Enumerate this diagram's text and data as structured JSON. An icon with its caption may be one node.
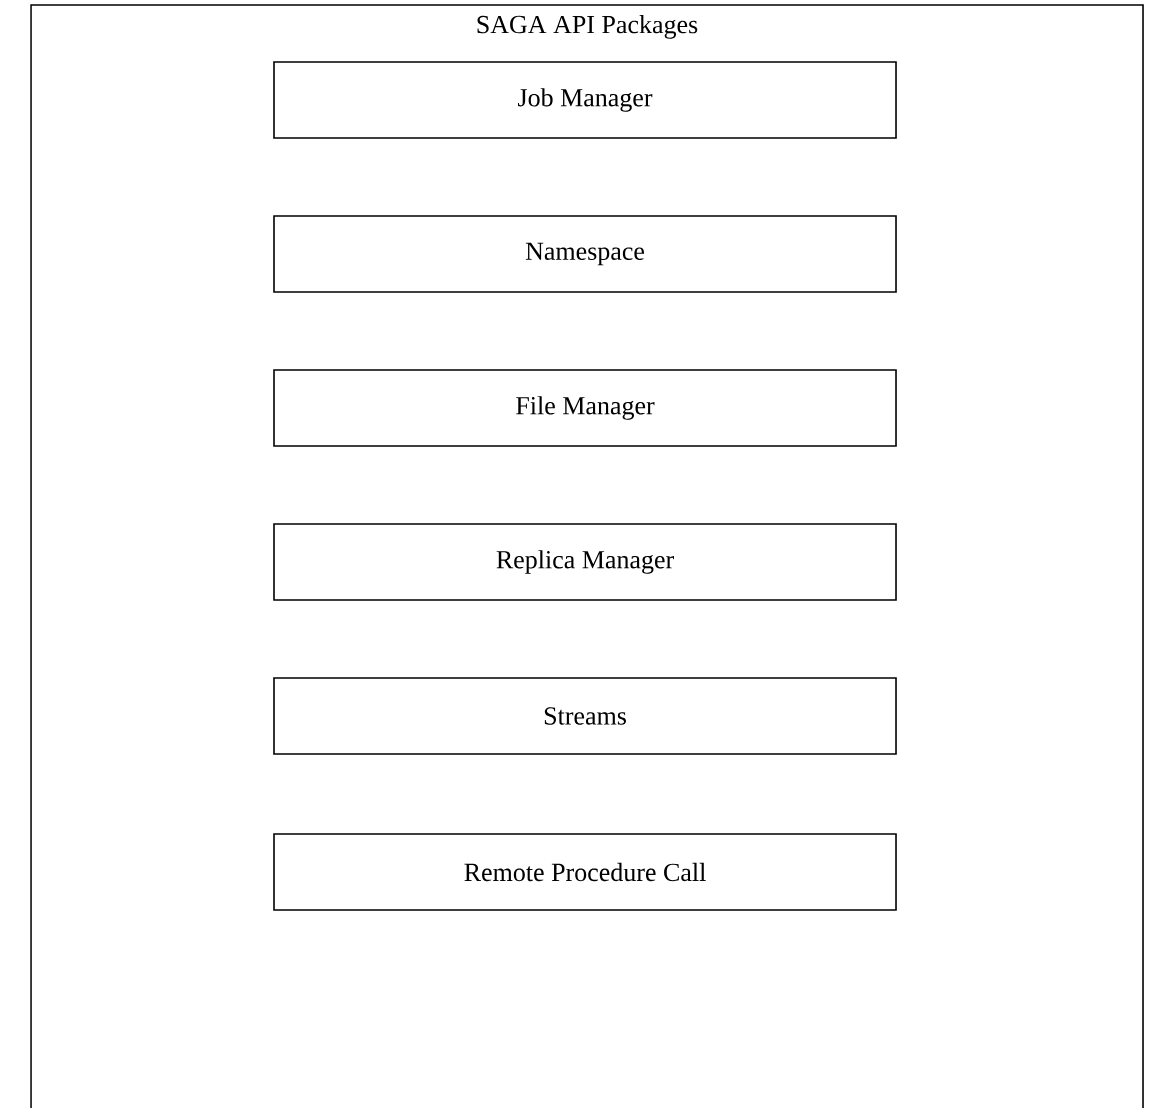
{
  "diagram": {
    "nodes": [
      {
        "text": [
          "SAGA API Packages"
        ]
      },
      {
        "text": [
          "Job Manager"
        ],
        "in": 0
      },
      {
        "text": [
          "Namespace"
        ],
        "in": 0
      },
      {
        "text": [
          "File Manager"
        ],
        "in": 0
      },
      {
        "text": [
          "Replica Manager"
        ],
        "in": 0
      },
      {
        "text": [
          "Streams"
        ],
        "in": 0
      },
      {
        "text": [
          "Remote Procedure Call"
        ],
        "in": 0
      }
    ]
  }
}
